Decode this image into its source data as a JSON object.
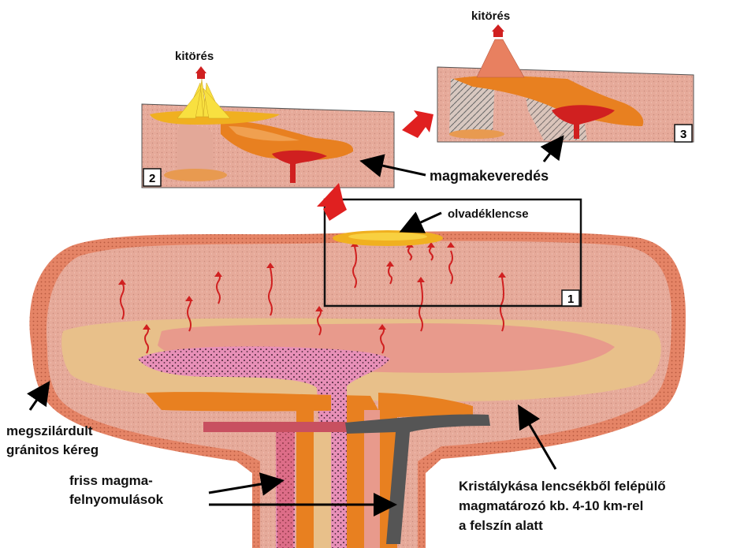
{
  "labels": {
    "eruption_1": "kitörés",
    "eruption_2": "kitörés",
    "mixing": "magmakeveredés",
    "melt_lens": "olvadéklencse",
    "crust_line1": "megszilárdult",
    "crust_line2": "gránitos kéreg",
    "intrusions_line1": "friss magma-",
    "intrusions_line2": "felnyomulások",
    "reservoir_line1": "Kristálykása lencsékből felépülő",
    "reservoir_line2": "magmatározó kb. 4-10 km-rel",
    "reservoir_line3": "a felszín alatt"
  },
  "panel_numbers": {
    "panel_1": "1",
    "panel_2": "2",
    "panel_3": "3"
  },
  "colors": {
    "crust": "#e8a898",
    "crust_rim": "#e07858",
    "mush": "#e8c08a",
    "melt_lens": "#f0b020",
    "hot_magma": "#d02020",
    "orange_magma": "#e88020",
    "dark_dike": "#555555",
    "arrow_red": "#e02020"
  }
}
